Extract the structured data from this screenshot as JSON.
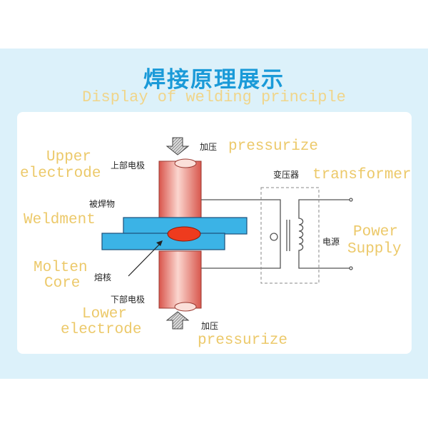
{
  "title": "焊接原理展示",
  "subtitle": "Display of welding principle",
  "labels": {
    "pressurize_top_cn": "加压",
    "pressurize_top_en": "pressurize",
    "upper_en_1": "Upper",
    "upper_en_2": "electrode",
    "upper_cn": "上部电极",
    "weldment_cn": "被焊物",
    "weldment_en": "Weldment",
    "molten_en_1": "Molten",
    "molten_en_2": "Core",
    "molten_cn": "熔核",
    "lower_cn": "下部电极",
    "lower_en_1": "Lower",
    "lower_en_2": "electrode",
    "pressurize_bottom_cn": "加压",
    "pressurize_bottom_en": "pressurize",
    "transformer_cn": "变压器",
    "transformer_en": "transformer",
    "power_cn": "电源",
    "power_en_1": "Power",
    "power_en_2": "Supply"
  },
  "colors": {
    "accent": "#1a9ad8",
    "label": "#ecc96a",
    "electrode": "#e9837a",
    "plate": "#3bb3e6",
    "nugget": "#ee3b1e"
  }
}
